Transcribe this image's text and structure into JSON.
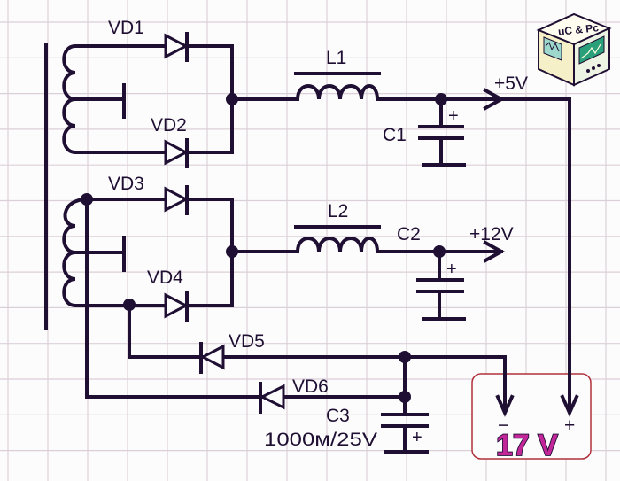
{
  "title": "Transformer secondary rectifier circuit with added 17 V output",
  "labels": {
    "vd1": "VD1",
    "vd2": "VD2",
    "vd3": "VD3",
    "vd4": "VD4",
    "vd5": "VD5",
    "vd6": "VD6",
    "l1": "L1",
    "l2": "L2",
    "c1": "C1",
    "c2": "C2",
    "c3": "C3",
    "c3_value": "1000м/25V",
    "out_5v": "+5V",
    "out_12v": "+12V",
    "plus": "+",
    "minus": "−",
    "output_17v": "17 V"
  },
  "logo": {
    "text": "uC & Pc",
    "icon": "oscilloscope-cube-logo"
  },
  "colors": {
    "wire": "#1e0f33",
    "grid": "#dcd0d8",
    "highlight_border": "#b0303a",
    "output_text": "#c2279a"
  }
}
